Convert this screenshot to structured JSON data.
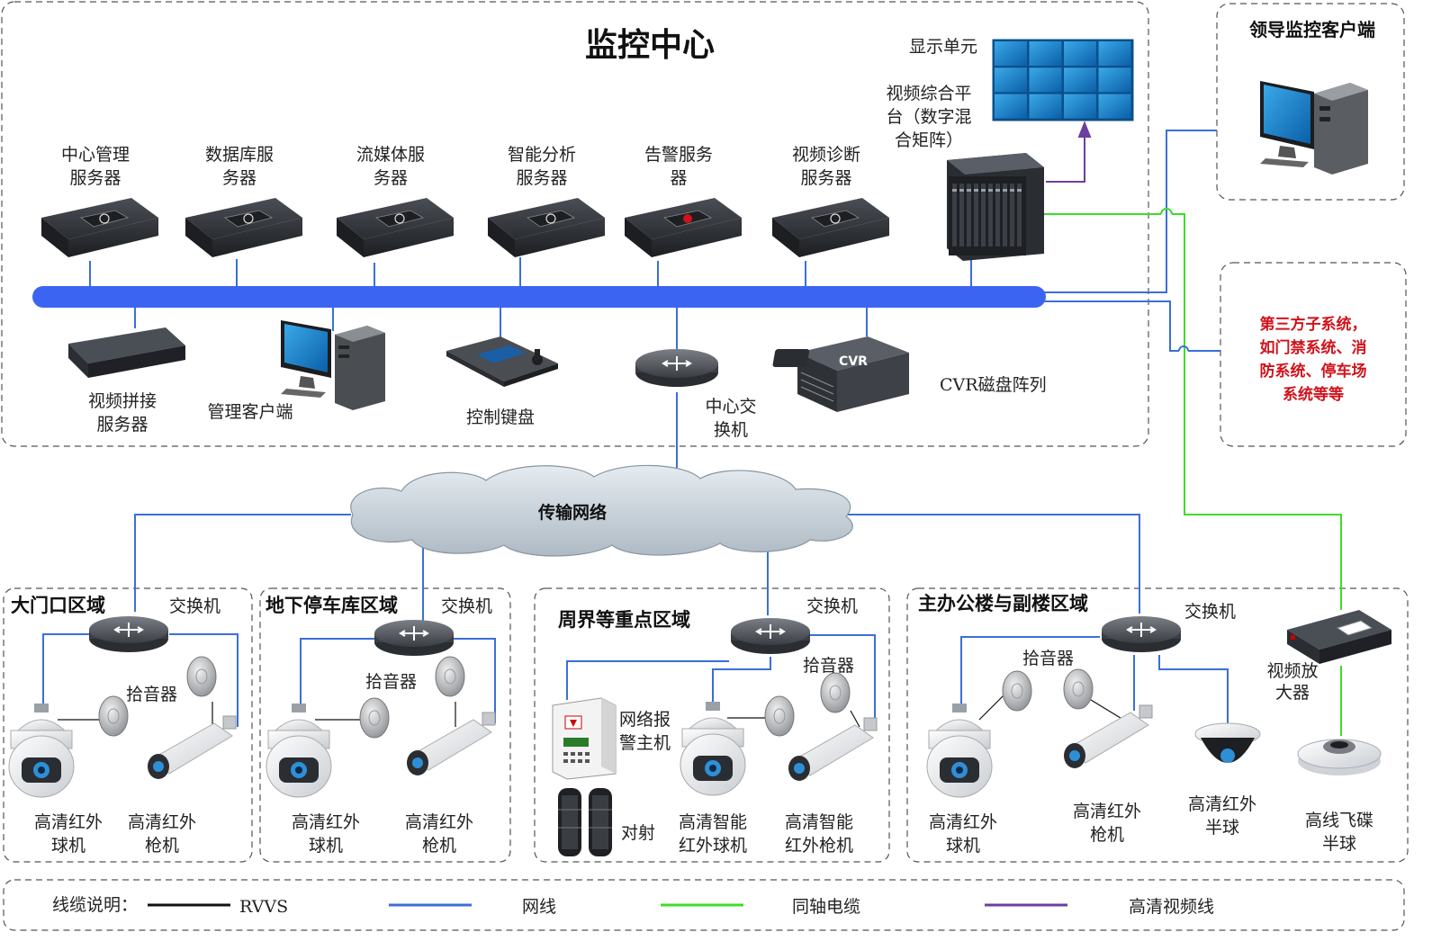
{
  "center": {
    "title": "监控中心",
    "display_label": "显示单元",
    "platform_label": [
      "视频综合平",
      "台（数字混",
      "合矩阵）"
    ],
    "servers": [
      {
        "name": "center-mgmt-server",
        "icon": "monitor-screen-icon",
        "label": [
          "中心管理",
          "服务器"
        ]
      },
      {
        "name": "database-server",
        "icon": "database-icon",
        "label": [
          "数据库服",
          "务器"
        ]
      },
      {
        "name": "streaming-server",
        "icon": "film-reel-icon",
        "label": [
          "流媒体服",
          "务器"
        ]
      },
      {
        "name": "analytics-server",
        "icon": "magnifier-chart-icon",
        "label": [
          "智能分析",
          "服务器"
        ]
      },
      {
        "name": "alarm-server",
        "icon": "alarm-shield-icon",
        "label": [
          "告警服务",
          "器"
        ]
      },
      {
        "name": "diagnosis-server",
        "icon": "bar-chart-icon",
        "label": [
          "视频诊断",
          "服务器"
        ]
      }
    ],
    "bottom": {
      "splice_server": [
        "视频拼接",
        "服务器"
      ],
      "mgmt_client": "管理客户端",
      "keyboard": "控制键盘",
      "core_switch": [
        "中心交",
        "换机"
      ],
      "cvr_badge": "CVR",
      "cvr_label": "CVR磁盘阵列"
    }
  },
  "leader_client": "领导监控客户端",
  "third_party": [
    "第三方子系统，",
    "如门禁系统、消",
    "防系统、停车场",
    "系统等等"
  ],
  "network": "传输网络",
  "regions": [
    {
      "title": "大门口区域",
      "switch": "交换机",
      "pickup": "拾音器",
      "cam1": [
        "高清红外",
        "球机"
      ],
      "cam2": [
        "高清红外",
        "枪机"
      ]
    },
    {
      "title": "地下停车库区域",
      "switch": "交换机",
      "pickup": "拾音器",
      "cam1": [
        "高清红外",
        "球机"
      ],
      "cam2": [
        "高清红外",
        "枪机"
      ]
    },
    {
      "title": "周界等重点区域",
      "switch": "交换机",
      "pickup": "拾音器",
      "alarm_host": [
        "网络报",
        "警主机"
      ],
      "beam": "对射",
      "cam1": [
        "高清智能",
        "红外球机"
      ],
      "cam2": [
        "高清智能",
        "红外枪机"
      ]
    },
    {
      "title": "主办公楼与副楼区域",
      "switch": "交换机",
      "pickup": "拾音器",
      "cam1": [
        "高清红外",
        "球机"
      ],
      "cam2": [
        "高清红外",
        "枪机"
      ],
      "cam3": [
        "高清红外",
        "半球"
      ]
    }
  ],
  "amplifier": [
    "视频放",
    "大器"
  ],
  "fisheye": [
    "高线飞碟",
    "半球"
  ],
  "legend": {
    "title": "线缆说明：",
    "items": [
      {
        "label": "RVVS",
        "color": "#111111"
      },
      {
        "label": "网线",
        "color": "#3a6fd8"
      },
      {
        "label": "同轴电缆",
        "color": "#3fdc2a"
      },
      {
        "label": "高清视频线",
        "color": "#6b3fa0"
      }
    ]
  },
  "colors": {
    "network": "#3a6fd8",
    "backbone": "#3b64f2",
    "coax": "#3fdc2a",
    "hd_video": "#6b3fa0",
    "rvvs": "#111111",
    "third_party_text": "#d0121b"
  }
}
